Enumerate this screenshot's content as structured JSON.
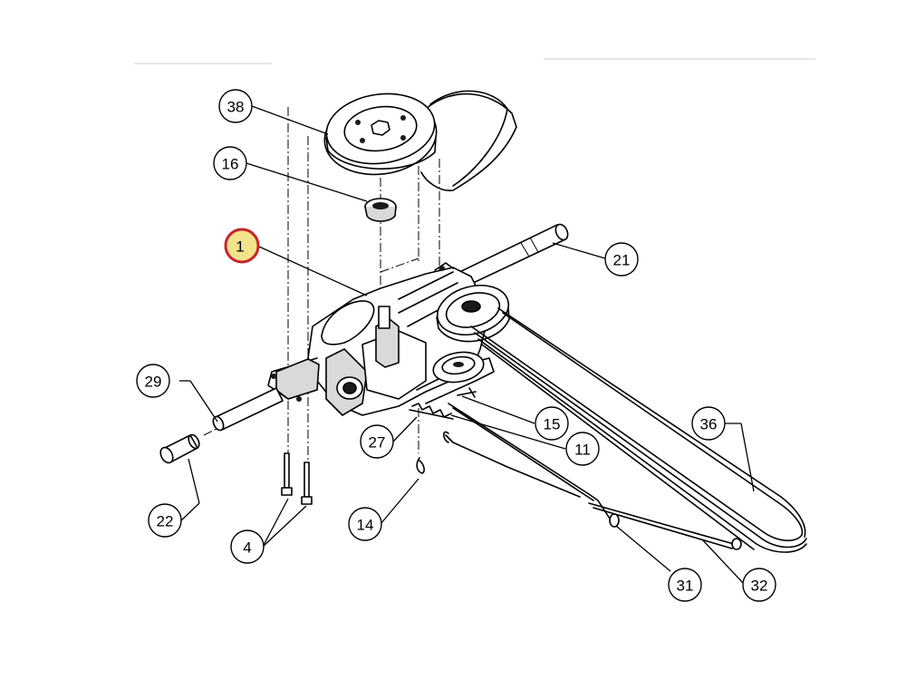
{
  "diagram": {
    "callouts": [
      {
        "id": "c38",
        "label": "38"
      },
      {
        "id": "c16",
        "label": "16"
      },
      {
        "id": "c1",
        "label": "1",
        "highlight": true
      },
      {
        "id": "c21",
        "label": "21"
      },
      {
        "id": "c29",
        "label": "29"
      },
      {
        "id": "c22",
        "label": "22"
      },
      {
        "id": "c4",
        "label": "4"
      },
      {
        "id": "c27",
        "label": "27"
      },
      {
        "id": "c14",
        "label": "14"
      },
      {
        "id": "c15",
        "label": "15"
      },
      {
        "id": "c11",
        "label": "11"
      },
      {
        "id": "c36",
        "label": "36"
      },
      {
        "id": "c31",
        "label": "31"
      },
      {
        "id": "c32",
        "label": "32"
      }
    ],
    "colors": {
      "highlight_fill": "#f3e38a",
      "highlight_ring": "#c8222a",
      "line": "#000000"
    }
  }
}
